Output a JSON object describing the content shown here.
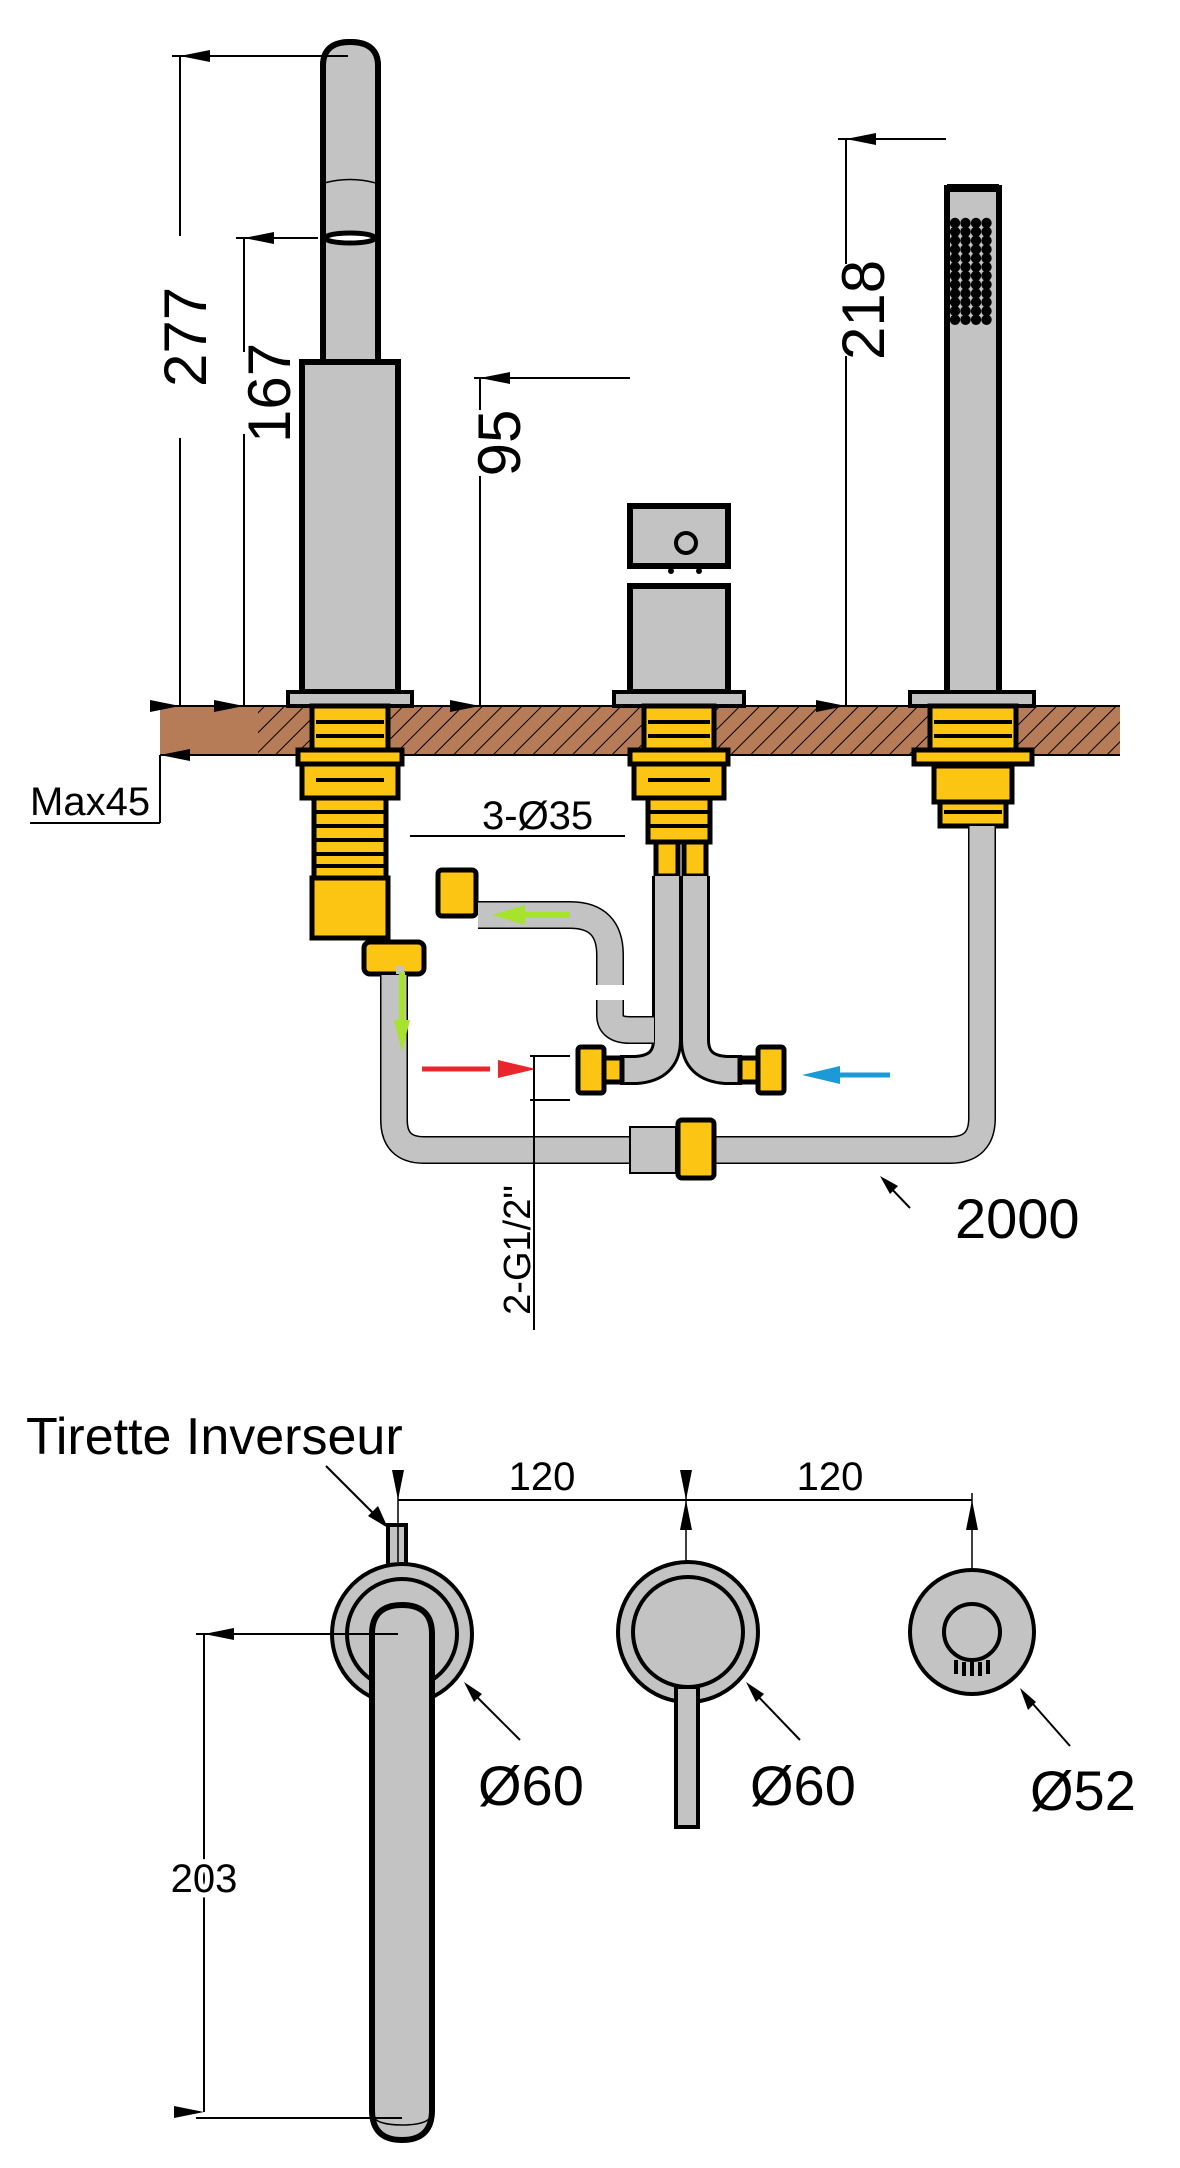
{
  "title": "Mitigeur bain-douche 3 trous - cotes",
  "colors": {
    "metal": "#c3c3c3",
    "brass": "#fdc513",
    "deck": "#b67b57",
    "hot_arrow": "#e8262b",
    "cold_arrow": "#1b9ad6",
    "flow_arrow": "#a6e22e"
  },
  "side_view": {
    "dimensions": {
      "spout_height": "277",
      "spout_outlet_height": "167",
      "mixer_height": "95",
      "handshower_height": "218",
      "deck_thickness": "Max45",
      "hole_diameter": "3-Ø35",
      "connection": "2-G1/2\"",
      "hose_length": "2000"
    }
  },
  "top_view": {
    "labels": {
      "diverter": "Tirette Inverseur"
    },
    "dimensions": {
      "spacing_left": "120",
      "spacing_right": "120",
      "spout_projection": "203",
      "spout_rosette": "Ø60",
      "mixer_rosette": "Ø60",
      "handshower_rosette": "Ø52"
    }
  }
}
